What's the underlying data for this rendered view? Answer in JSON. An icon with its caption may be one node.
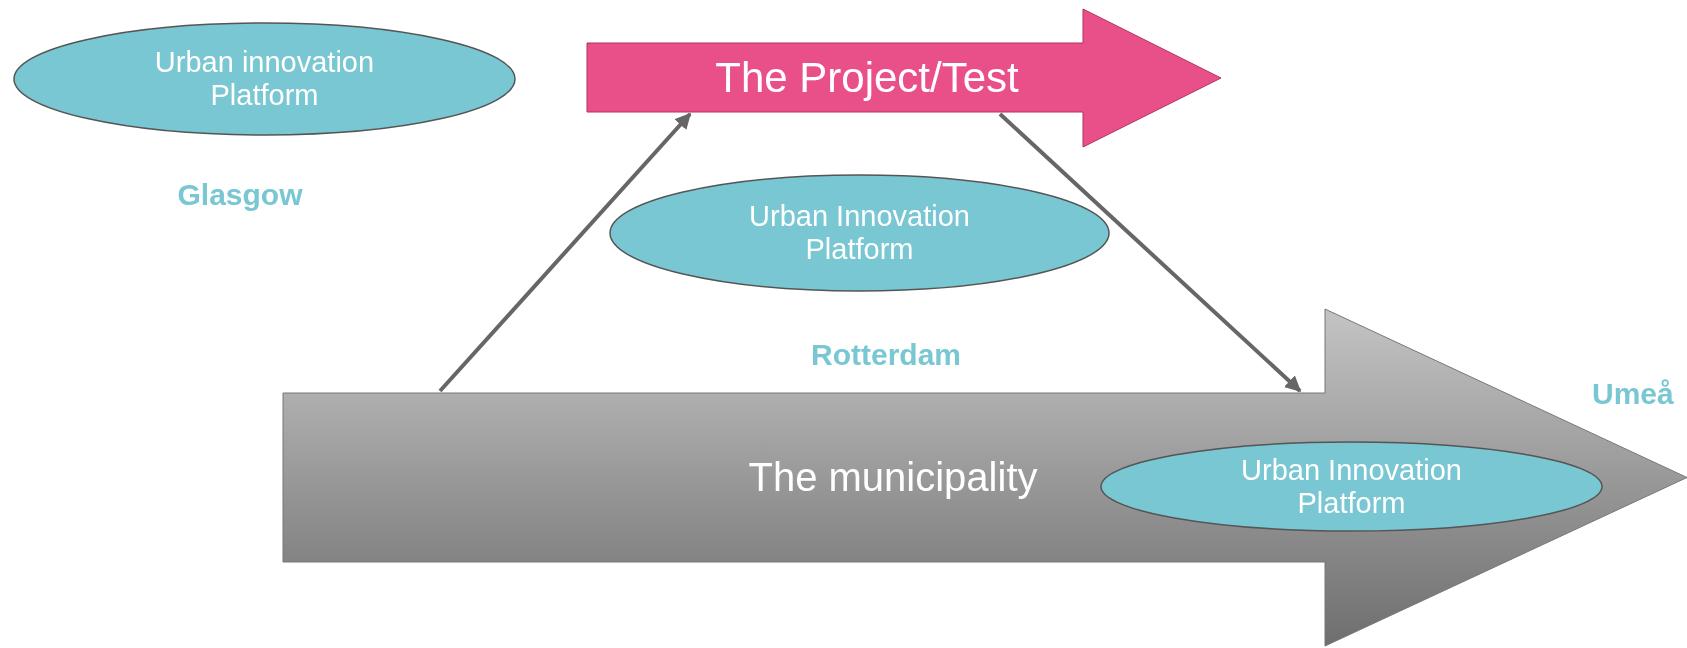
{
  "diagram": {
    "nodes": [
      {
        "text": [
          "Urban innovation Platform"
        ]
      },
      {
        "text": [
          "The Project/Test"
        ]
      },
      {
        "text": [
          "Urban Innovation Platform"
        ]
      },
      {
        "text": [
          "The municipality"
        ]
      },
      {
        "text": [
          "Urban Innovation Platform"
        ],
        "in": 3
      }
    ],
    "edges": [
      {
        "from": 3,
        "to": 1,
        "arrow": "to"
      },
      {
        "from": 1,
        "to": 3,
        "arrow": "to"
      }
    ],
    "labels": [
      "Glasgow",
      "Rotterdam",
      "Umeå"
    ]
  }
}
